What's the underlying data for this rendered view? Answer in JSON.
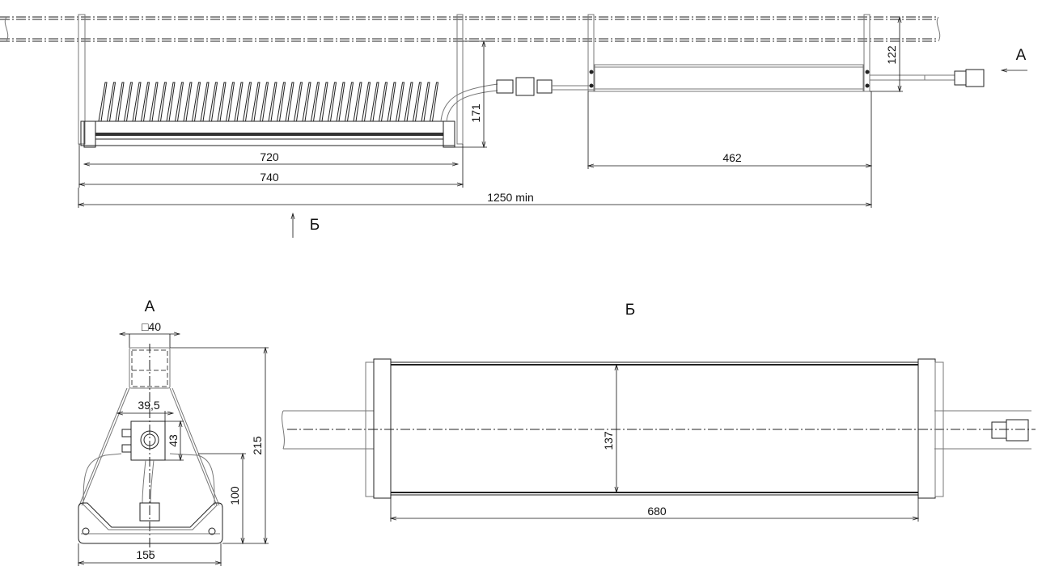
{
  "views": {
    "view_a_label": "А",
    "view_b_label": "Б",
    "arrow_a_label": "А",
    "arrow_b_label": "Б"
  },
  "dimensions": {
    "luminaire_length": "720",
    "hanger_span": "740",
    "total_min": "1250 min",
    "driver_length": "462",
    "luminaire_drop": "171",
    "driver_drop": "122",
    "square_tube": "□40",
    "box_width": "39,5",
    "box_height": "43",
    "luminaire_height": "100",
    "total_height": "215",
    "luminaire_width": "155",
    "body_width": "137",
    "body_length": "680"
  }
}
